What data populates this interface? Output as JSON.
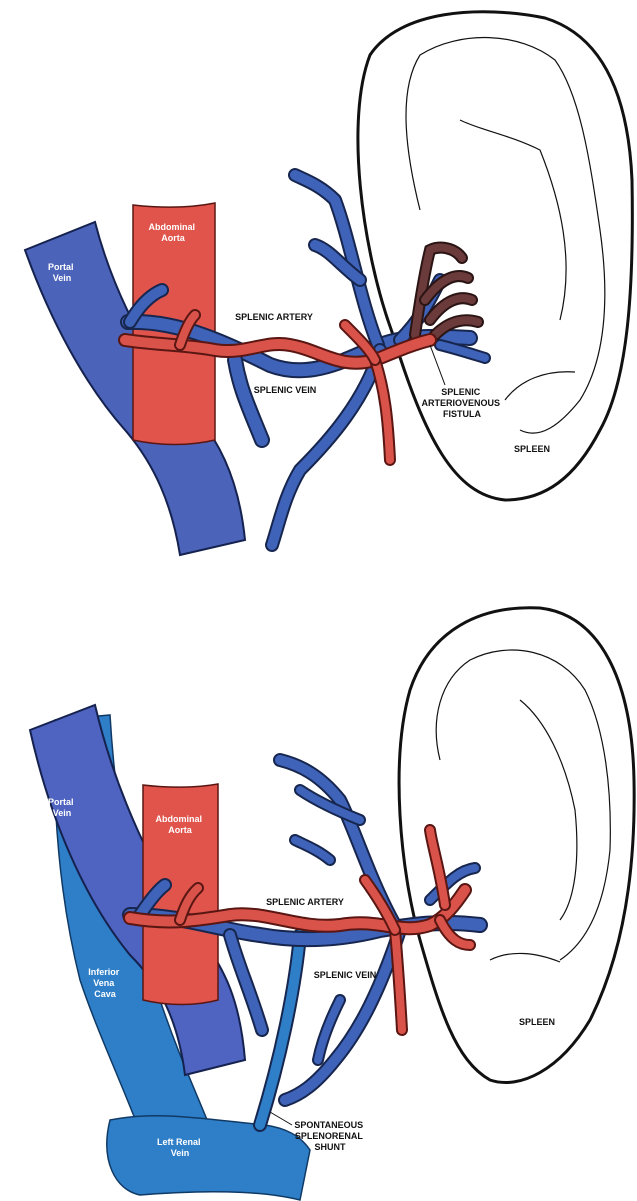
{
  "colors": {
    "vein": "#3e63b8",
    "artery": "#d9534a",
    "ivc": "#2f7fc8",
    "fistula": "#6b3b3b",
    "outline": "#111111"
  },
  "top_panel": {
    "portal_vein": "Portal\nVein",
    "abdominal_aorta": "Abdominal\nAorta",
    "splenic_artery": "SPLENIC ARTERY",
    "splenic_vein": "SPLENIC VEIN",
    "fistula": "SPLENIC\nARTERIOVENOUS\nFISTULA",
    "spleen": "SPLEEN"
  },
  "bottom_panel": {
    "portal_vein": "Portal\nVein",
    "abdominal_aorta": "Abdominal\nAorta",
    "splenic_artery": "SPLENIC ARTERY",
    "splenic_vein": "SPLENIC VEIN",
    "inferior_vena_cava": "Inferior\nVena\nCava",
    "left_renal_vein": "Left Renal\nVein",
    "shunt": "SPONTANEOUS\nSPLENORENAL\nSHUNT",
    "spleen": "SPLEEN"
  }
}
